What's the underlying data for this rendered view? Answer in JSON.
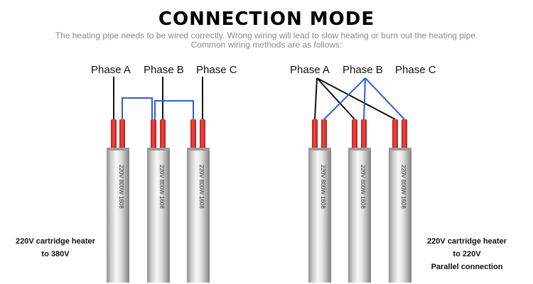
{
  "title": "CONNECTION MODE",
  "subtitle": {
    "line1": "The heating pipe needs to be wired correctly. Wrong wiring will lead to slow heating or burn out the heating pipe.",
    "line2": "Common wiring methods are as follows:"
  },
  "left_diagram": {
    "phases": [
      "Phase A",
      "Phase B",
      "Phase C"
    ],
    "heater_marking": "220V 800W 1608",
    "caption": [
      "220V cartridge heater",
      "to 380V"
    ]
  },
  "right_diagram": {
    "phases": [
      "Phase A",
      "Phase B",
      "Phase C"
    ],
    "heater_marking": "220V 800W 1608",
    "caption": [
      "220V cartridge heater",
      "to 220V",
      "Parallel connection"
    ]
  },
  "colors": {
    "lead_red": "#e42c2a",
    "wire_black": "#111111",
    "wire_blue": "#2b5fd9",
    "steel_light": "#f2f2f2",
    "steel_dark": "#8c8c8c"
  }
}
